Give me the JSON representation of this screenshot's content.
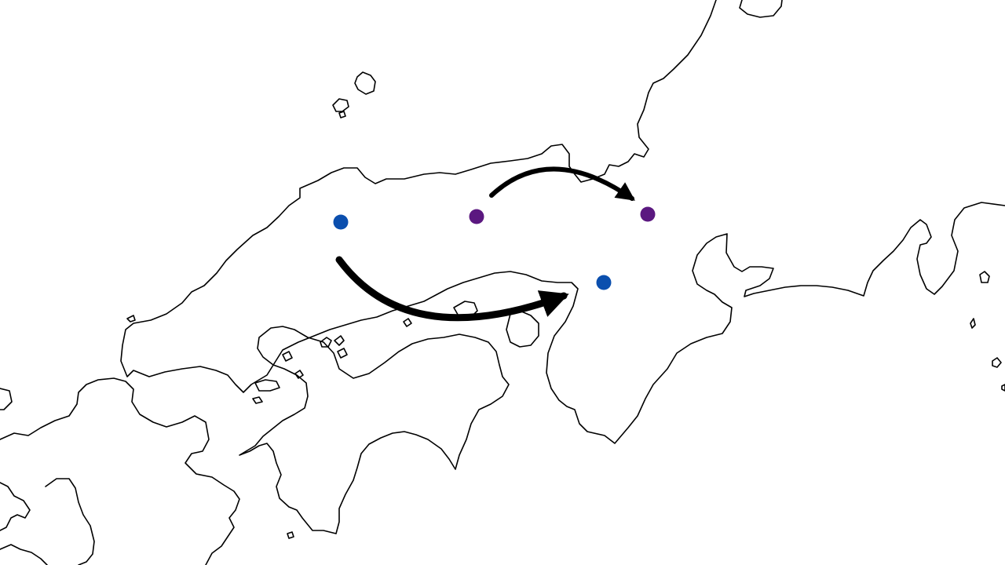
{
  "map": {
    "background": "#ffffff",
    "coastline_color": "#000000",
    "arrow_color": "#000000",
    "markers": [
      {
        "id": "blue-start",
        "color": "#0b4fae"
      },
      {
        "id": "blue-end",
        "color": "#0b4fae"
      },
      {
        "id": "purple-start",
        "color": "#5b1880"
      },
      {
        "id": "purple-end",
        "color": "#5b1880"
      }
    ],
    "arrows": [
      {
        "id": "blue-migration",
        "from": "blue-start",
        "to": "blue-end"
      },
      {
        "id": "purple-migration",
        "from": "purple-start",
        "to": "purple-end"
      }
    ]
  }
}
